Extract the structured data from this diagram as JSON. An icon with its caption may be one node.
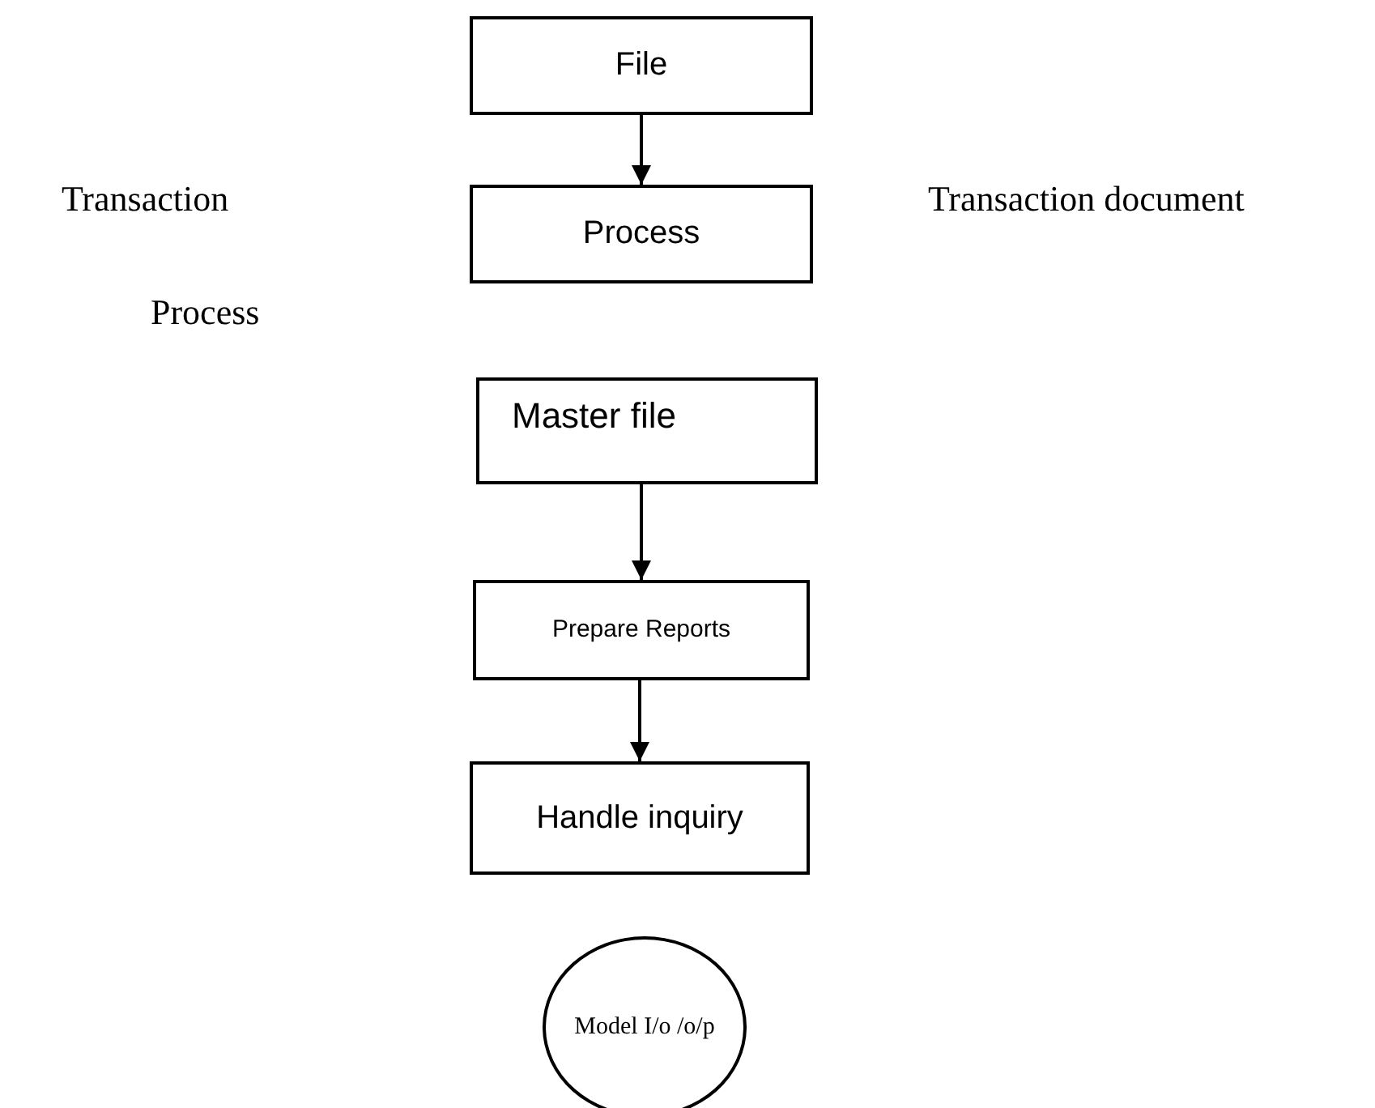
{
  "diagram": {
    "nodes": [
      {
        "text": [
          "File"
        ]
      },
      {
        "text": [
          "Process"
        ]
      },
      {
        "text": [
          "Master file"
        ]
      },
      {
        "text": [
          "Prepare Reports"
        ]
      },
      {
        "text": [
          "Handle inquiry"
        ]
      },
      {
        "text": [
          "Model I/o /o/p"
        ]
      }
    ],
    "edges": [
      {
        "from": 0,
        "to": 1,
        "arrow": "to"
      },
      {
        "from": 2,
        "to": 3,
        "arrow": "to"
      },
      {
        "from": 3,
        "to": 4,
        "arrow": "to"
      }
    ],
    "labels": [
      "Transaction",
      "Transaction document",
      "Process"
    ]
  }
}
